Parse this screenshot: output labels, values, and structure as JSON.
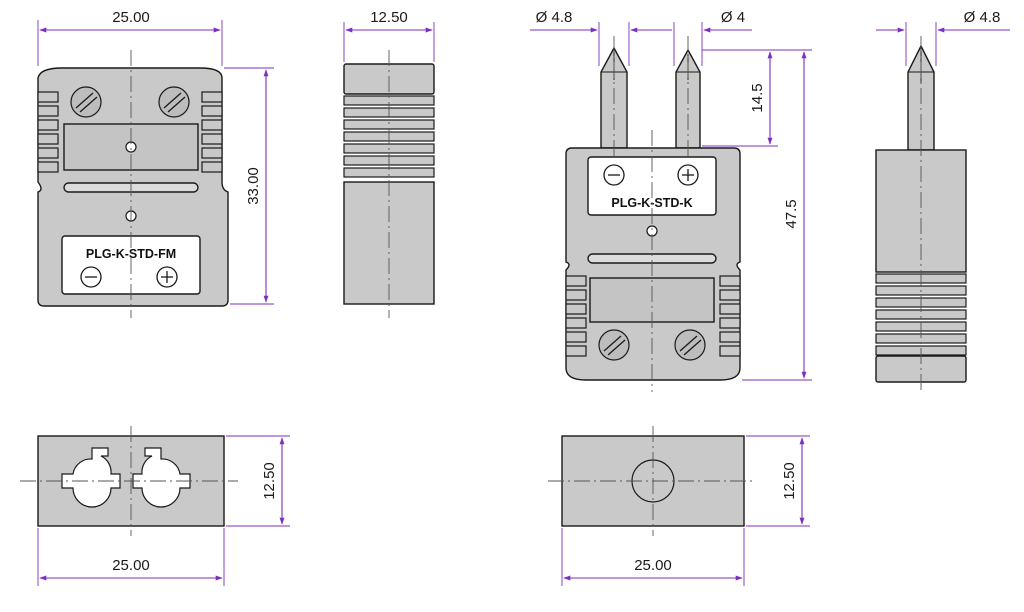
{
  "colors": {
    "dimension": "#7e2fbf",
    "body": "#c9c9c9",
    "outline": "#1a1a1a"
  },
  "female_front": {
    "label": "PLG-K-STD-FM",
    "width_dim": "25.00",
    "height_dim": "33.00",
    "minus_symbol": "−",
    "plus_symbol": "+"
  },
  "female_side": {
    "width_dim": "12.50"
  },
  "female_bottom": {
    "width_dim": "25.00",
    "height_dim": "12.50"
  },
  "male_front": {
    "label": "PLG-K-STD-K",
    "pin_left_dim": "Ø 4.8",
    "pin_right_dim": "Ø 4",
    "pin_length_dim": "14.5",
    "height_dim": "47.5",
    "minus_symbol": "−",
    "plus_symbol": "+"
  },
  "male_side": {
    "pin_dim": "Ø 4.8"
  },
  "male_bottom": {
    "width_dim": "25.00",
    "height_dim": "12.50"
  }
}
